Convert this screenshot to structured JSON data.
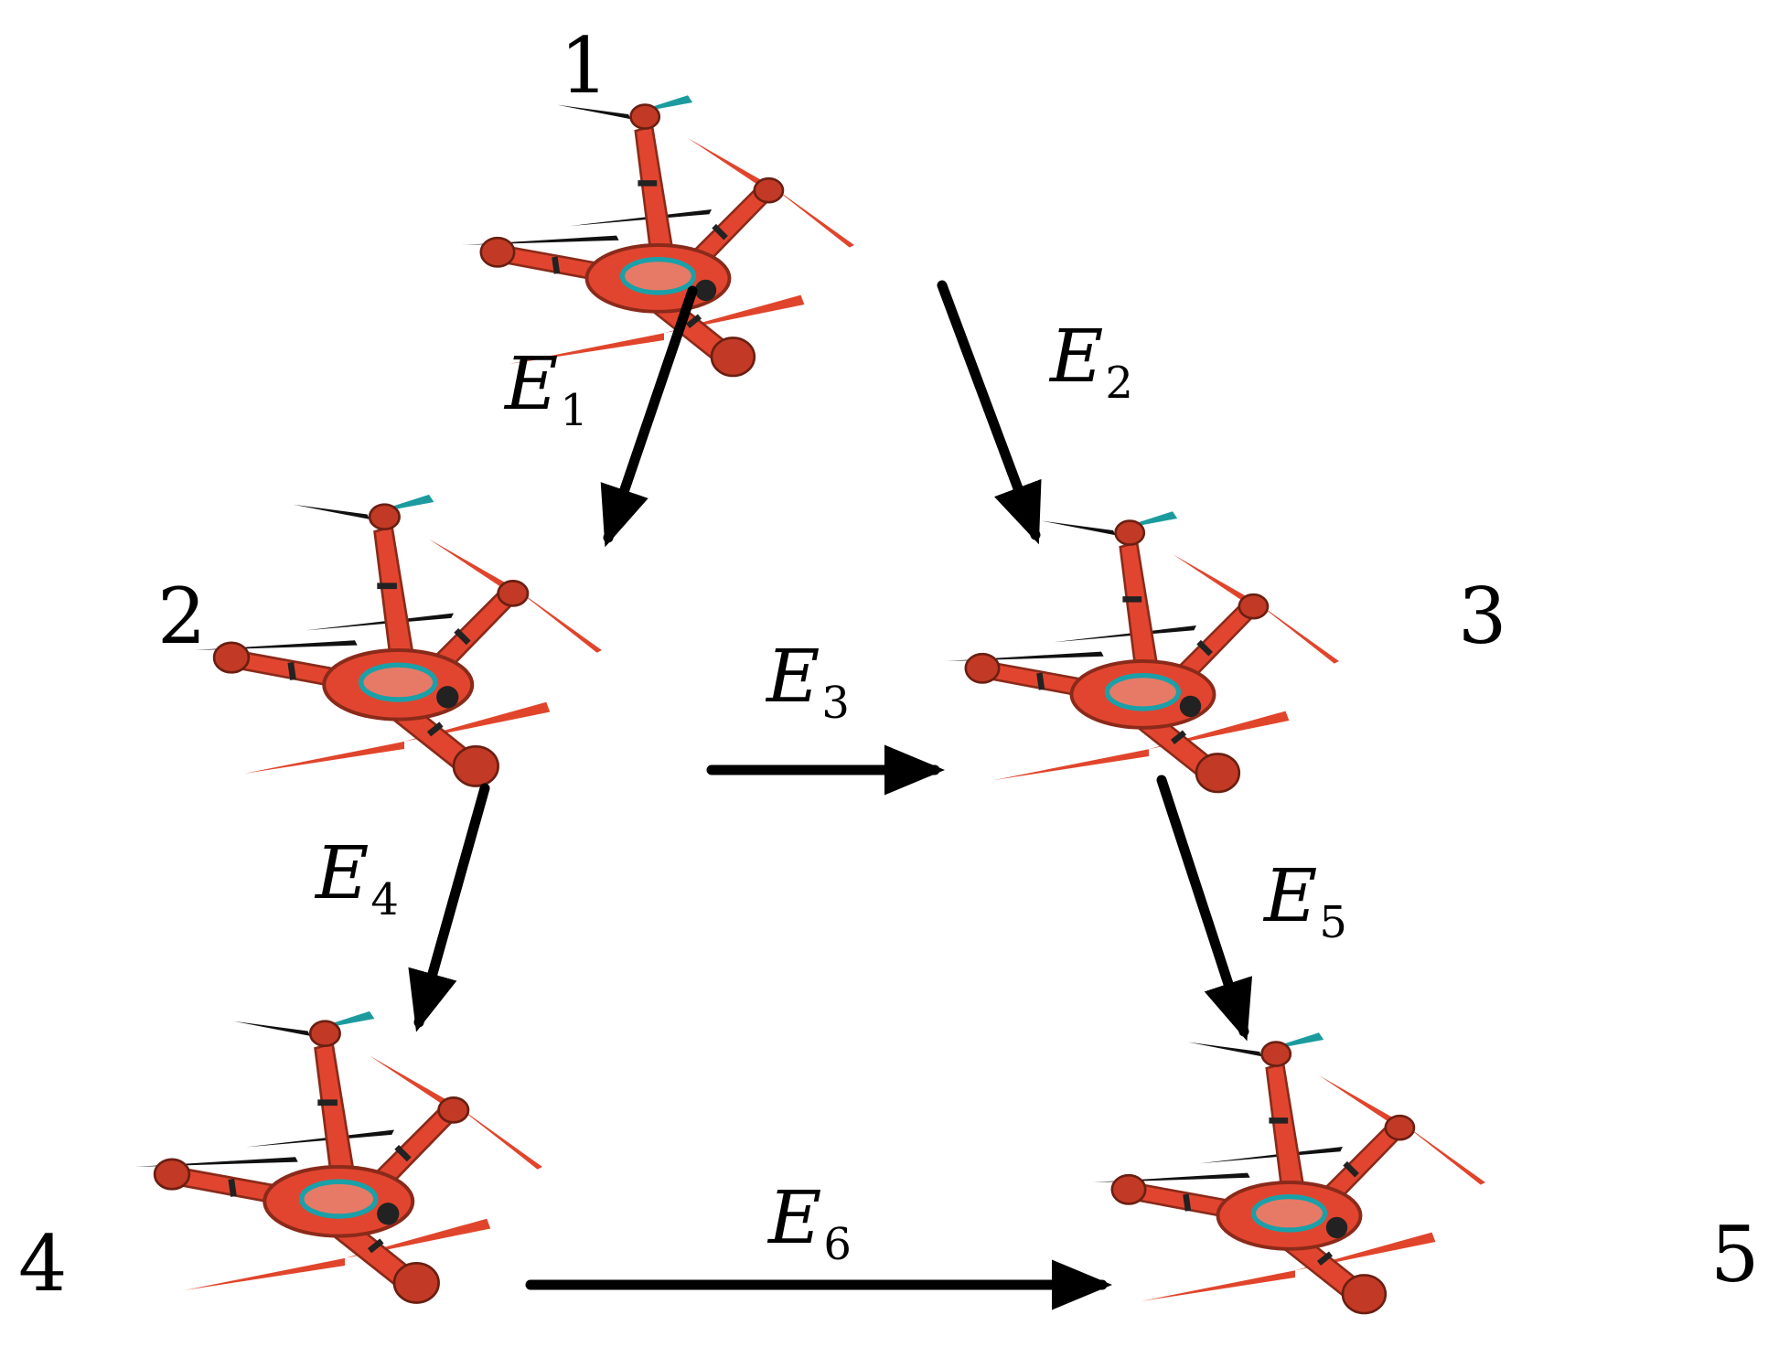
{
  "colors": {
    "body": "#e2452f",
    "body_dark": "#b8311d",
    "hub": "#1aa0a8",
    "prop_teal": "#1c9b9e",
    "prop_black": "#111111",
    "prop_red": "#e0452c",
    "arrow": "#000000"
  },
  "nodes": [
    {
      "id": "1",
      "label": "1"
    },
    {
      "id": "2",
      "label": "2"
    },
    {
      "id": "3",
      "label": "3"
    },
    {
      "id": "4",
      "label": "4"
    },
    {
      "id": "5",
      "label": "5"
    }
  ],
  "edges": [
    {
      "from": "1",
      "to": "2",
      "letter": "E",
      "index": "1"
    },
    {
      "from": "1",
      "to": "3",
      "letter": "E",
      "index": "2"
    },
    {
      "from": "2",
      "to": "3",
      "letter": "E",
      "index": "3"
    },
    {
      "from": "2",
      "to": "4",
      "letter": "E",
      "index": "4"
    },
    {
      "from": "3",
      "to": "5",
      "letter": "E",
      "index": "5"
    },
    {
      "from": "4",
      "to": "5",
      "letter": "E",
      "index": "6"
    }
  ],
  "node_icon": "drone-icon"
}
